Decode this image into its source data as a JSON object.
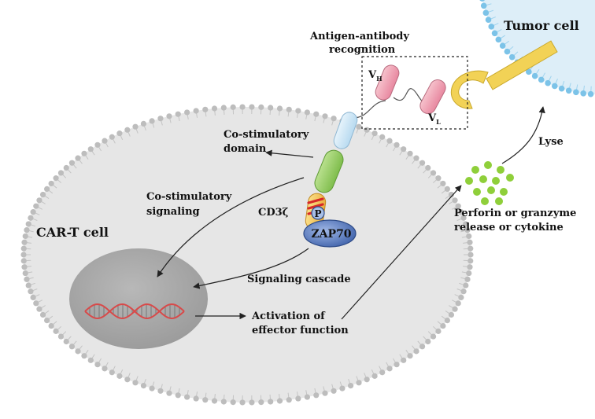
{
  "labels": {
    "tumor_cell": "Tumor cell",
    "antigen_line1": "Antigen-antibody",
    "antigen_line2": "recognition",
    "vh": "V",
    "vh_sub": "H",
    "vl": "V",
    "vl_sub": "L",
    "costim_domain_line1": "Co-stimulatory",
    "costim_domain_line2": "domain",
    "costim_signal_line1": "Co-stimulatory",
    "costim_signal_line2": "signaling",
    "cd3z": "CD3ζ",
    "phospho": "P",
    "zap70": "ZAP70",
    "cart_cell": "CAR-T cell",
    "signaling_cascade": "Signaling cascade",
    "activation_line1": "Activation of",
    "activation_line2": "effector function",
    "lyse": "Lyse",
    "perforin_line1": "Perforin or granzyme",
    "perforin_line2": "release or cytokine"
  },
  "colors": {
    "cell_fill": "#e6e6e6",
    "membrane_head": "#bdbdbd",
    "nucleus_fill": "#a9a9a9",
    "tumor_fill": "#ddeef8",
    "tumor_head": "#7cc3e8",
    "antigen": "#f2d256",
    "vh_fill": "#f2a7b6",
    "vl_fill": "#f2a7b6",
    "hinge": "#cfe6f5",
    "costim_fill": "#9ccf6c",
    "cd3z_fill": "#f4c46a",
    "itam": "#d62828",
    "zap70_fill": "#5b7fc4",
    "granule": "#8fcf3a",
    "dna": "#d84a4a"
  }
}
